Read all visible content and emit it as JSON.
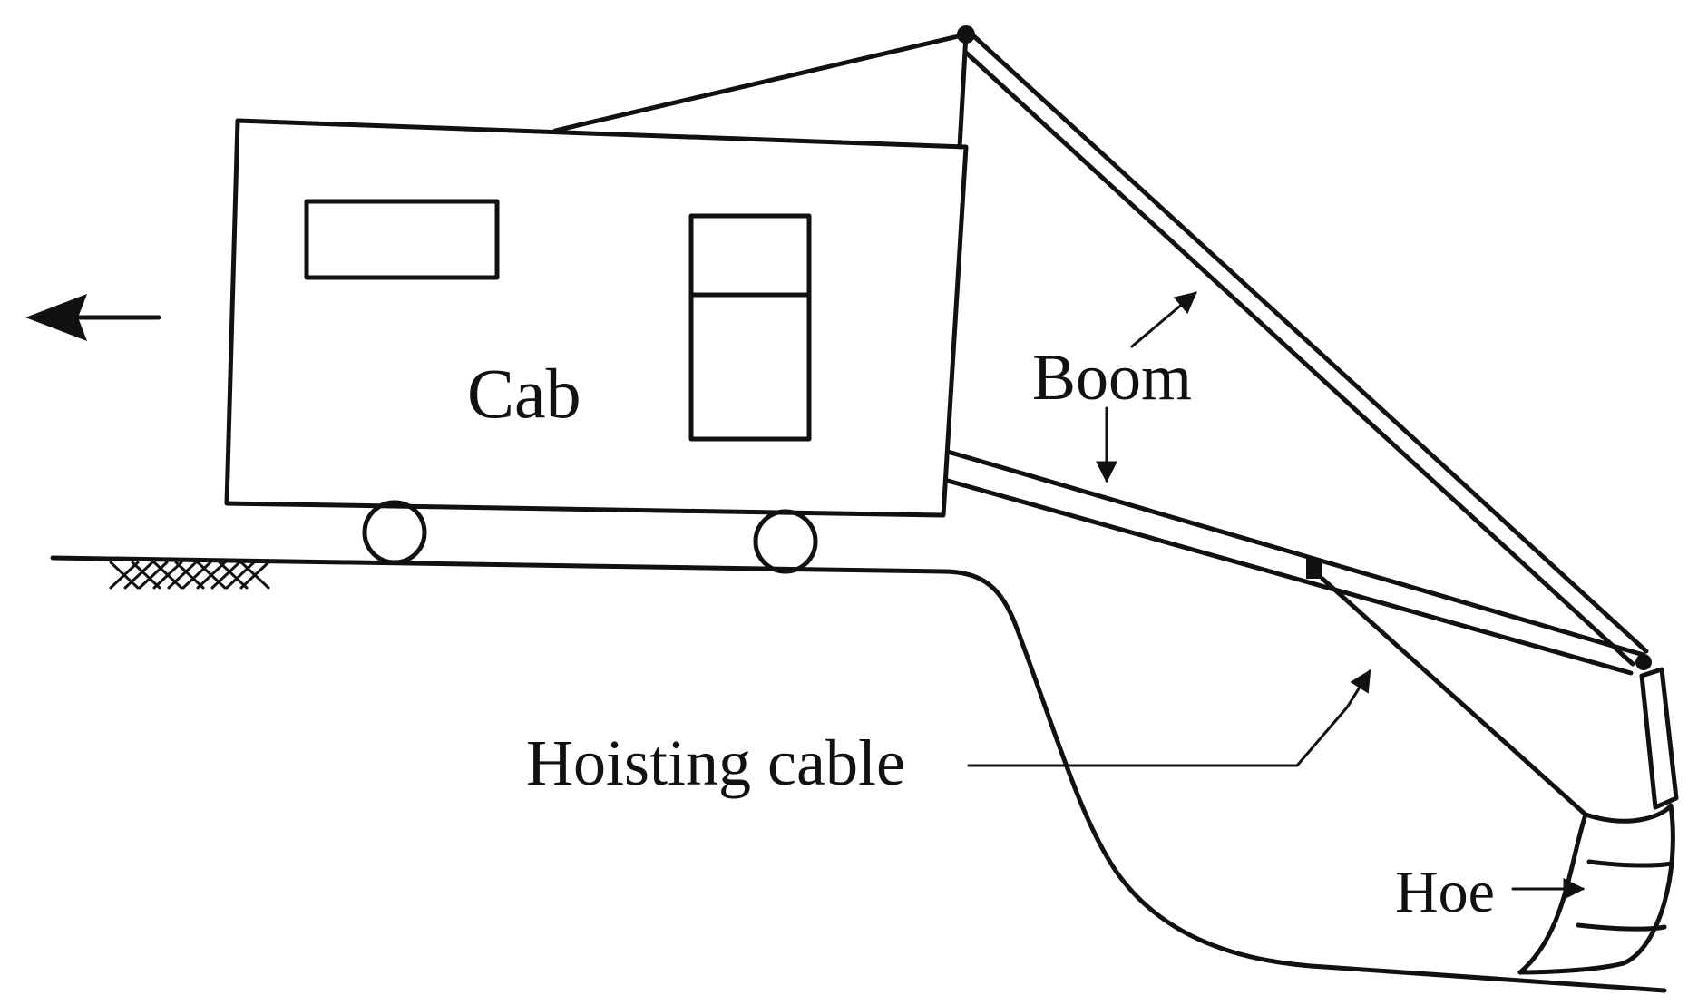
{
  "labels": {
    "cab": "Cab",
    "boom": "Boom",
    "hoisting_cable": "Hoisting cable",
    "hoe": "Hoe"
  },
  "colors": {
    "ink": "#111111",
    "background": "#ffffff"
  },
  "icons": {
    "direction_arrow": "left-arrow-icon",
    "ground_hatch": "hatch-icon"
  }
}
